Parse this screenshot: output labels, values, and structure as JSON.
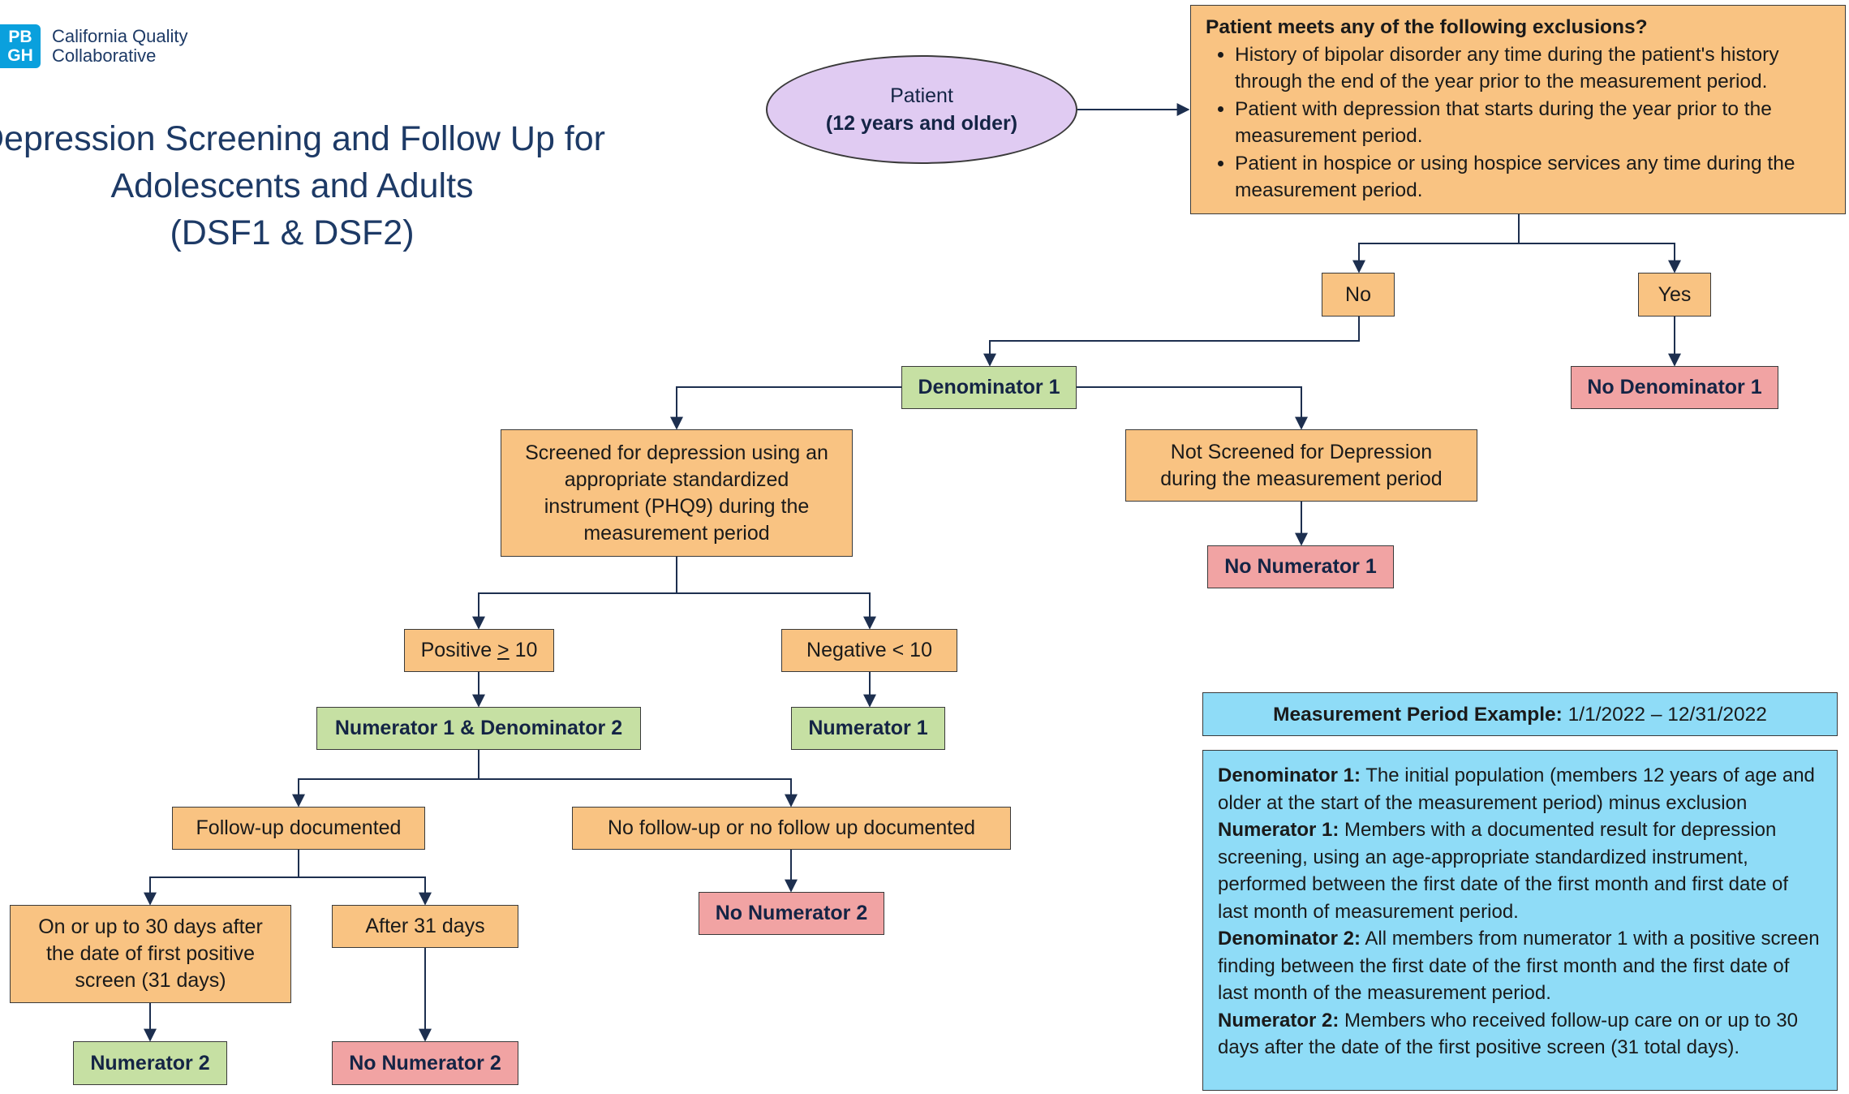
{
  "logo": {
    "mark_line1": "PB",
    "mark_line2": "GH",
    "line1": "California Quality",
    "line2": "Collaborative"
  },
  "title": {
    "line1": "Depression Screening and Follow Up for",
    "line2": "Adolescents and Adults",
    "line3": "(DSF1 & DSF2)"
  },
  "patient": {
    "line1": "Patient",
    "line2": "(12 years and older)"
  },
  "exclusions": {
    "heading": "Patient meets any of the following exclusions?",
    "items": [
      "History of bipolar disorder any time during the patient's history through the end of the year prior to the measurement period.",
      "Patient with depression that starts during the year prior to the measurement period.",
      "Patient in hospice or using hospice services any time during the measurement period."
    ]
  },
  "decision": {
    "no": "No",
    "yes": "Yes"
  },
  "no_denominator_1": "No Denominator 1",
  "denominator_1": "Denominator 1",
  "screened": "Screened for depression using an appropriate standardized instrument (PHQ9) during the measurement period",
  "not_screened": "Not Screened for Depression during the measurement period",
  "no_numerator_1": "No Numerator 1",
  "positive": {
    "prefix": "Positive ",
    "symbol": ">",
    "suffix": " 10"
  },
  "negative": "Negative < 10",
  "num1_den2": "Numerator 1 & Denominator 2",
  "numerator_1": "Numerator 1",
  "followup_documented": "Follow-up documented",
  "no_followup": "No follow-up or no follow up documented",
  "no_numerator_2_right": "No Numerator 2",
  "within_30": "On or up to 30 days after the date of first positive screen (31 days)",
  "after_31": "After 31 days",
  "numerator_2": "Numerator 2",
  "no_numerator_2_bottom": "No Numerator 2",
  "measurement_period": {
    "label": "Measurement Period Example:",
    "value": " 1/1/2022 – 12/31/2022"
  },
  "definitions": [
    {
      "term": "Denominator 1:",
      "text": " The initial population (members 12 years of age and older at the start of the measurement period) minus exclusion"
    },
    {
      "term": "Numerator 1:",
      "text": " Members with a documented result for depression screening, using an age-appropriate standardized instrument, performed between the first date of the first month and first date of last month of measurement period."
    },
    {
      "term": "Denominator 2:",
      "text": " All members from numerator 1 with a positive screen finding between the first date of the first month and the first date of last month of the measurement period."
    },
    {
      "term": "Numerator 2:",
      "text": " Members who received follow-up care on or up to 30 days after the date of the first positive screen (31 total days)."
    }
  ],
  "colors": {
    "decision_box": "#f9c382",
    "positive_outcome": "#c6e0a3",
    "negative_outcome": "#f1a3a3",
    "start": "#e0cbf2",
    "info": "#8fdcf7",
    "title": "#1d3a66"
  }
}
